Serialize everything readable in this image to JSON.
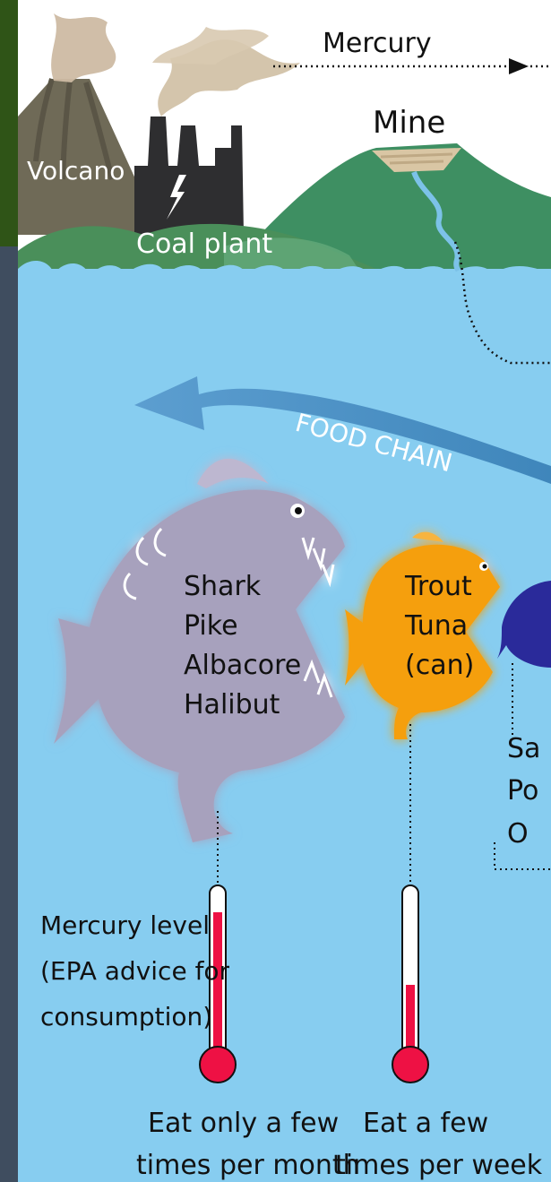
{
  "labels": {
    "mercury": "Mercury",
    "mine": "Mine",
    "volcano": "Volcano",
    "coal_plant": "Coal plant",
    "food_chain": "FOOD CHAIN"
  },
  "fish": {
    "large": [
      "Shark",
      "Pike",
      "Albacore",
      "Halibut"
    ],
    "medium": [
      "Trout",
      "Tuna",
      "(can)"
    ],
    "small_partial": [
      "Sa",
      "Po",
      "O"
    ]
  },
  "legend": {
    "line1": "Mercury level",
    "line2": "(EPA advice for",
    "line3": "consumption)"
  },
  "advice": {
    "large_line1": "Eat only a few",
    "large_line2": "times per month",
    "medium_line1": "Eat a few",
    "medium_line2": "times per week"
  },
  "mercury_levels": {
    "large": 0.9,
    "medium": 0.45
  },
  "colors": {
    "water": "#87cdf0",
    "sky": "#ffffff",
    "mercury_red": "#ee1144",
    "large_fish": "#a7a1bd",
    "medium_fish": "#f59f0c",
    "small_fish": "#2a2a9a",
    "arrow": "#4f92c4"
  }
}
